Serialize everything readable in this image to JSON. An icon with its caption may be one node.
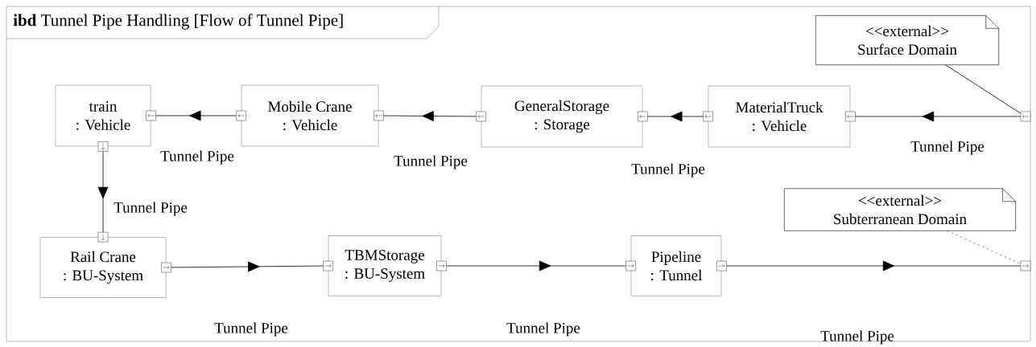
{
  "diagram": {
    "title": "**ibd** Tunnel Pipe Handling [Flow of Tunnel Pipe]",
    "nodes": [
      {
        "text": [
          "train",
          ": Vehicle"
        ]
      },
      {
        "text": [
          "Mobile Crane",
          ": Vehicle"
        ]
      },
      {
        "text": [
          "GeneralStorage",
          ": Storage"
        ]
      },
      {
        "text": [
          "MaterialTruck",
          ": Vehicle"
        ]
      },
      {
        "text": [
          "<<external>>",
          "Surface Domain"
        ]
      },
      {
        "text": [
          "Rail Crane",
          ": BU-System"
        ]
      },
      {
        "text": [
          "TBMStorage",
          ": BU-System"
        ]
      },
      {
        "text": [
          "Pipeline",
          ": Tunnel"
        ]
      },
      {
        "text": [
          "<<external>>",
          "Subterranean Domain"
        ]
      },
      {
        "text": [],
        "shape": "box"
      },
      {
        "text": [],
        "shape": "box"
      }
    ],
    "edges": [
      {
        "from": 9,
        "to": 3,
        "arrow": "to",
        "label": "Tunnel Pipe"
      },
      {
        "from": 3,
        "to": 2,
        "arrow": "to",
        "label": "Tunnel Pipe"
      },
      {
        "from": 2,
        "to": 1,
        "arrow": "to",
        "label": "Tunnel Pipe"
      },
      {
        "from": 1,
        "to": 0,
        "arrow": "to",
        "label": "Tunnel Pipe"
      },
      {
        "from": 0,
        "to": 5,
        "arrow": "to",
        "label": "Tunnel Pipe"
      },
      {
        "from": 5,
        "to": 6,
        "arrow": "to",
        "label": "Tunnel Pipe"
      },
      {
        "from": 6,
        "to": 7,
        "arrow": "to",
        "label": "Tunnel Pipe"
      },
      {
        "from": 7,
        "to": 10,
        "arrow": "to",
        "label": "Tunnel Pipe"
      },
      {
        "from": 4,
        "to": 9,
        "arrow": "none"
      },
      {
        "from": 8,
        "to": 10,
        "arrow": "none",
        "style": "dashed"
      }
    ]
  }
}
